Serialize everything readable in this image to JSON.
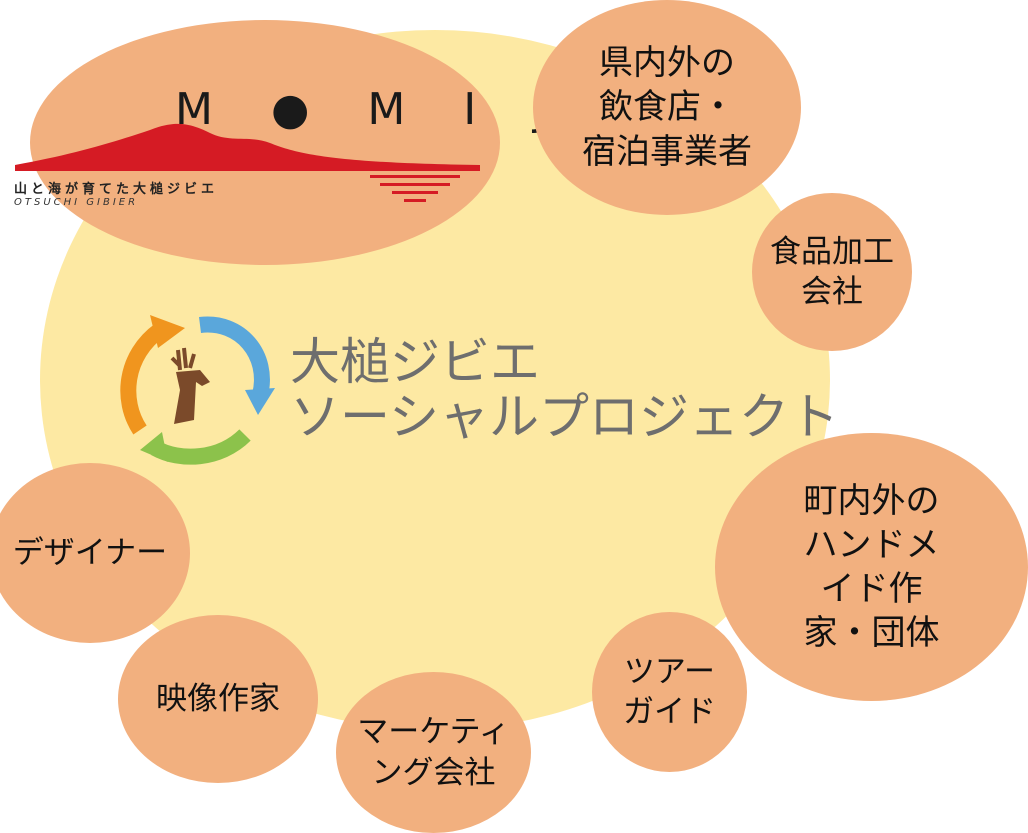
{
  "colors": {
    "hub_fill": "#fde9a3",
    "bubble_fill": "#f2b07f",
    "logo_red": "#d51b24",
    "arrow_orange": "#f0951e",
    "arrow_blue": "#5aa7db",
    "arrow_green": "#8cc24b",
    "deer_brown": "#7b4a2a",
    "title_gray": "#6e6e6e"
  },
  "logo": {
    "wordmark": "M ● M I J I",
    "tagline": "山と海が育てた大槌ジビエ",
    "tagline_en": "OTSUCHI GIBIER"
  },
  "project": {
    "title_line1": "大槌ジビエ",
    "title_line2": "ソーシャルプロジェクト",
    "emblem_icon": "deer-recycle-icon"
  },
  "bubbles": {
    "restaurants": "県内外の\n飲食店・\n宿泊事業者",
    "food_processing": "食品加工\n会社",
    "handmade": "町内外の\nハンドメ\nイド作\n家・団体",
    "tour_guide": "ツアー\nガイド",
    "marketing": "マーケティ\nング会社",
    "video": "映像作家",
    "designer": "デザイナー"
  }
}
